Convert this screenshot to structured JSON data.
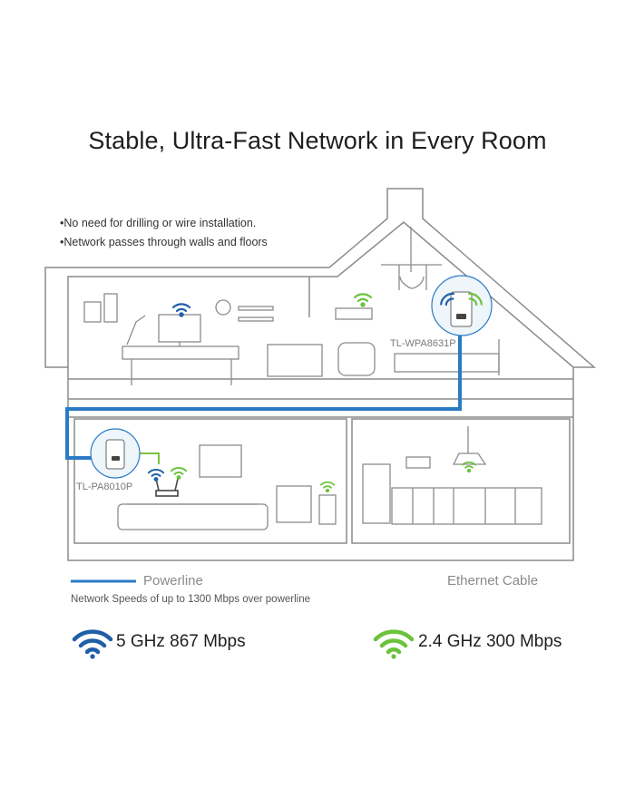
{
  "title": "Stable, Ultra-Fast Network in Every Room",
  "bullets": [
    "No need for drilling or wire installation.",
    "Network passes through walls and floors"
  ],
  "devices": {
    "upstairs": "TL-WPA8631P",
    "downstairs": "TL-PA8010P"
  },
  "legend": {
    "powerline": "Powerline",
    "ethernet": "Ethernet Cable",
    "note": "Network Speeds of up to 1300 Mbps over powerline"
  },
  "bands": {
    "five_ghz": "5 GHz  867 Mbps",
    "two_ghz": "2.4 GHz  300 Mbps"
  },
  "colors": {
    "powerline": "#2b7bc4",
    "ethernet": "#7cc242",
    "wifi_5": "#1f5fa8",
    "wifi_24": "#6cc23a",
    "outline": "#8c8c8c"
  },
  "icons": [
    "wifi-5ghz-icon",
    "wifi-24ghz-icon",
    "powerline-adapter-icon",
    "router-icon"
  ]
}
